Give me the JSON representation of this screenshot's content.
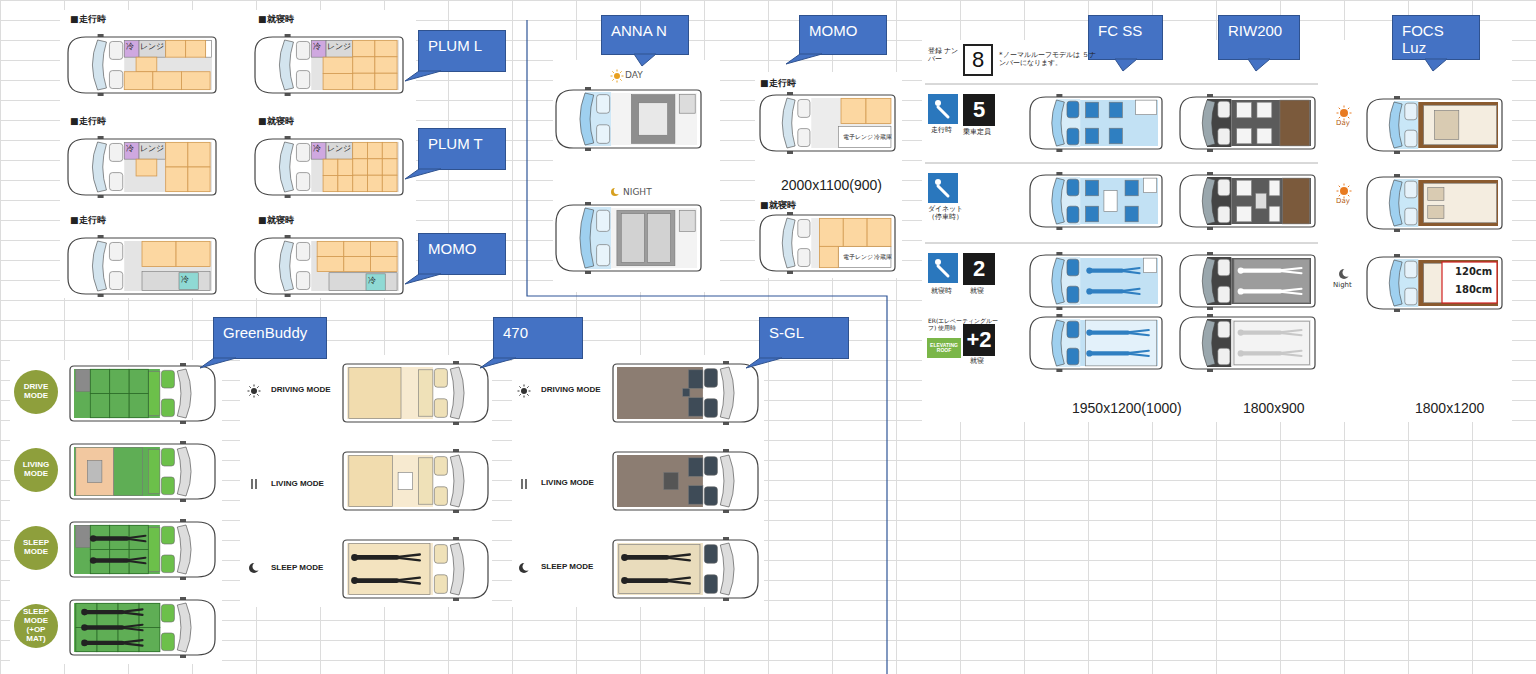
{
  "diagram": {
    "nodes": [
      {
        "text": [
          "PLUM L"
        ]
      },
      {
        "text": [
          "ANNA N"
        ]
      },
      {
        "text": [
          "MOMO"
        ]
      },
      {
        "text": [
          "FC SS"
        ]
      },
      {
        "text": [
          "RIW200"
        ]
      },
      {
        "text": [
          "FOCS Luz"
        ]
      },
      {
        "text": [
          "8"
        ]
      },
      {
        "text": [
          "5"
        ]
      },
      {
        "text": [
          "PLUM T"
        ]
      },
      {
        "text": [
          "2"
        ]
      },
      {
        "text": [
          "ELEVATING ROOF"
        ]
      },
      {
        "text": [
          "+2"
        ]
      },
      {
        "text": [
          "MOMO"
        ]
      },
      {
        "text": [
          "GreenBuddy"
        ]
      },
      {
        "text": [
          "470"
        ]
      },
      {
        "text": [
          "S-GL"
        ]
      },
      {
        "text": [
          "DRIVE MODE"
        ]
      },
      {
        "text": [
          "LIVING MODE"
        ]
      },
      {
        "text": [
          "SLEEP MODE"
        ]
      },
      {
        "text": [
          "SLEEP MODE (+OP MAT)"
        ]
      }
    ],
    "labels": [
      "■走行時",
      "■就寝時",
      "■走行時",
      "■就寝時",
      "■走行時",
      "■就寝時",
      "冷",
      "レンジ",
      "冷",
      "レンジ",
      "冷",
      "レンジ",
      "冷",
      "レンジ",
      "冷",
      "冷",
      "DAY",
      "NIGHT",
      "■走行時",
      "電子レンジ",
      "冷蔵庫",
      "2000x1100(900)",
      "■就寝時",
      "電子レンジ",
      "冷蔵庫",
      "登録 ナンバー",
      "*ノーマルルーフモデルは ５ナンバーになります。",
      "走行時",
      "乗車定員",
      "ダイネット （停車時）",
      "就寝時",
      "就寝",
      "ER(エレベーティングルーフ) 使用時",
      "就寝",
      "1950x1200(1000)",
      "1800x900",
      "1800x1200",
      "Day",
      "Day",
      "Night",
      "120cm",
      "180cm",
      "DRIVING MODE",
      "LIVING MODE",
      "SLEEP MODE",
      "DRIVING MODE",
      "LIVING MODE",
      "SLEEP MODE"
    ]
  }
}
